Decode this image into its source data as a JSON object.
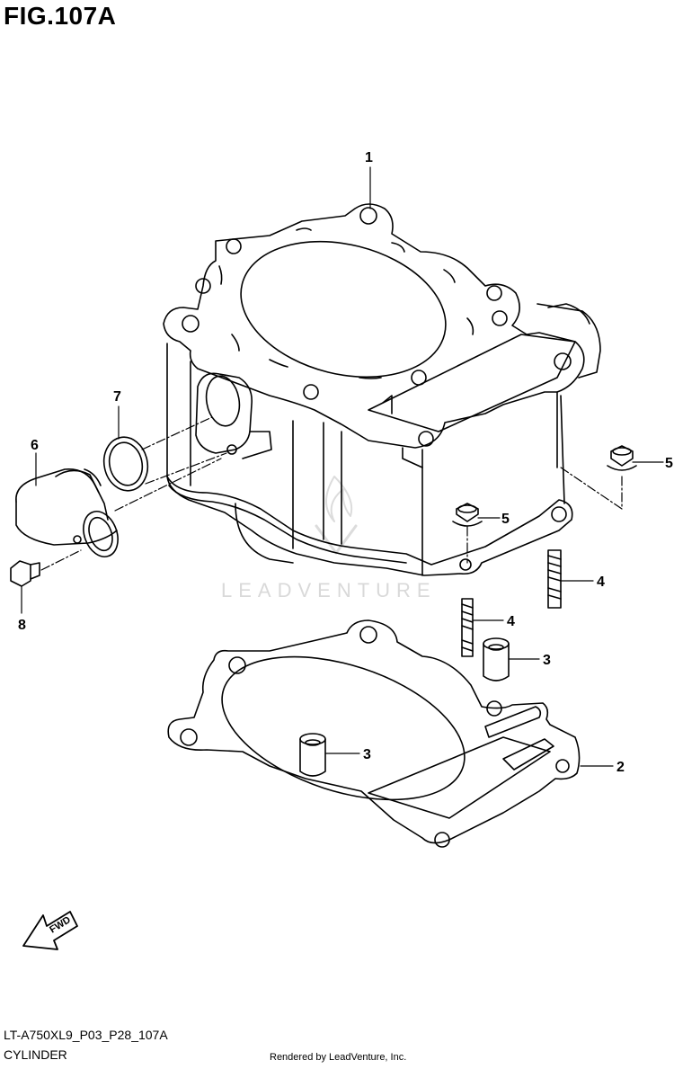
{
  "figure": {
    "title": "FIG.107A",
    "code": "LT-A750XL9_P03_P28_107A",
    "name": "CYLINDER",
    "rendered_by": "Rendered by LeadVenture, Inc.",
    "watermark": "LEADVENTURE",
    "fwd_label": "FWD"
  },
  "callouts": [
    {
      "id": "c1",
      "label": "1"
    },
    {
      "id": "c2",
      "label": "2"
    },
    {
      "id": "c3a",
      "label": "3"
    },
    {
      "id": "c3b",
      "label": "3"
    },
    {
      "id": "c4a",
      "label": "4"
    },
    {
      "id": "c4b",
      "label": "4"
    },
    {
      "id": "c5a",
      "label": "5"
    },
    {
      "id": "c5b",
      "label": "5"
    },
    {
      "id": "c6",
      "label": "6"
    },
    {
      "id": "c7",
      "label": "7"
    },
    {
      "id": "c8",
      "label": "8"
    }
  ]
}
